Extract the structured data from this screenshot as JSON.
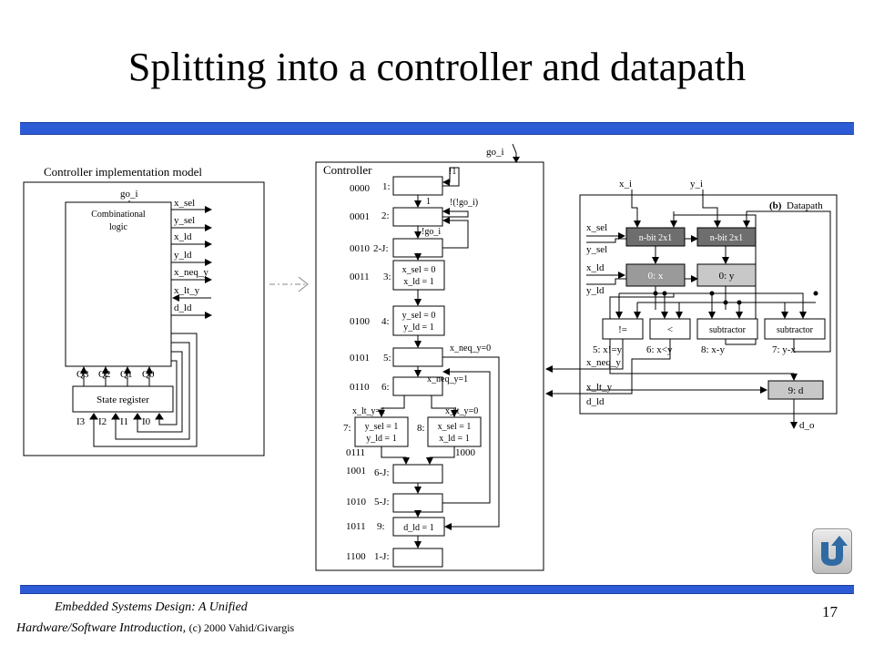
{
  "slide": {
    "title": "Splitting into a controller and datapath",
    "page_number": "17",
    "footer_line1": "Embedded Systems Design: A Unified",
    "footer_line2_italic": "Hardware/Software Introduction,",
    "footer_line2_copyright": "(c) 2000 Vahid/Givargis"
  },
  "impl_model": {
    "title": "Controller implementation model",
    "go_i": "go_i",
    "comb_line1": "Combinational",
    "comb_line2": "logic",
    "outputs": [
      "x_sel",
      "y_sel",
      "x_ld",
      "y_ld",
      "x_neq_y",
      "x_lt_y",
      "d_ld"
    ],
    "q_labels": [
      "Q3",
      "Q2",
      "Q1",
      "Q0"
    ],
    "state_register": "State register",
    "i_labels": [
      "I3",
      "I2",
      "I1",
      "I0"
    ]
  },
  "controller": {
    "title": "Controller",
    "go_i": "go_i",
    "codes": [
      "0000",
      "0001",
      "0010",
      "0011",
      "0100",
      "0101",
      "0110",
      "0111",
      "1000",
      "1001",
      "1010",
      "1011",
      "1100"
    ],
    "states": [
      "1:",
      "2:",
      "2-J:",
      "3:",
      "4:",
      "5:",
      "6:",
      "7:",
      "8:",
      "6-J:",
      "5-J:",
      "9:",
      "1-J:"
    ],
    "s3_line1": "x_sel = 0",
    "s3_line2": "x_ld = 1",
    "s4_line1": "y_sel = 0",
    "s4_line2": "y_ld = 1",
    "s7_line1": "y_sel = 1",
    "s7_line2": "y_ld = 1",
    "s8_line1": "x_sel = 1",
    "s8_line2": "x_ld = 1",
    "s9_line1": "d_ld = 1",
    "edge_not1": "!1",
    "edge_one": "1",
    "edge_not_not_go": "!(!go_i)",
    "edge_not_go": "!go_i",
    "edge_neq0": "x_neq_y=0",
    "edge_neq1": "x_neq_y=1",
    "edge_lt1": "x_lt_y=1",
    "edge_lt0": "x_lt_y=0"
  },
  "datapath": {
    "title_b": "(b)",
    "title": "Datapath",
    "x_i": "x_i",
    "y_i": "y_i",
    "inputs": [
      "x_sel",
      "y_sel",
      "x_ld",
      "y_ld"
    ],
    "mux": "n-bit 2x1",
    "reg_x": "0: x",
    "reg_y": "0: y",
    "neq": "!=",
    "lt": "<",
    "sub": "subtractor",
    "cap_neq": "5: x!=y",
    "cap_lt": "6: x<y",
    "cap_xy": "8: x-y",
    "cap_yx": "7: y-x",
    "out_neq": "x_neq_y",
    "out_lt": "x_lt_y",
    "d_ld": "d_ld",
    "reg_d": "9: d",
    "d_o": "d_o"
  }
}
